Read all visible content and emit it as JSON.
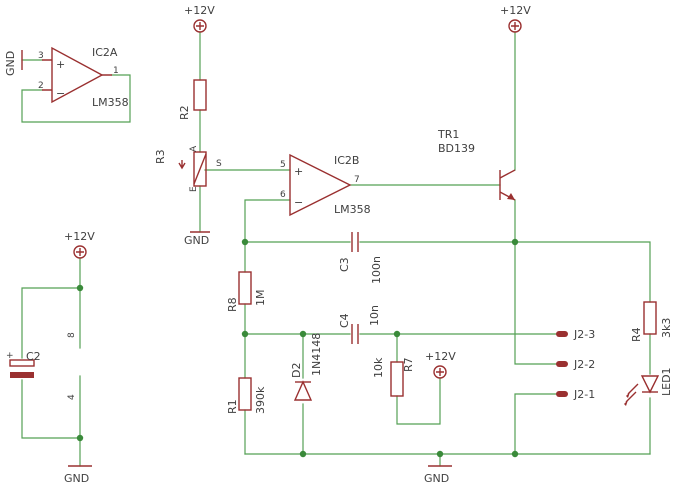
{
  "labels": {
    "gnd": "GND",
    "vcc": "+12V",
    "ic2a": "IC2A",
    "ic2b": "IC2B",
    "lm358": "LM358",
    "r1": "R1",
    "r1_val": "390k",
    "r2": "R2",
    "r3": "R3",
    "r4": "R4",
    "r4_val": "3k3",
    "r7": "R7",
    "r7_val": "10k",
    "r8": "R8",
    "r8_val": "1M",
    "c2": "C2",
    "c3": "C3",
    "c3_val": "100n",
    "c4": "C4",
    "c4_val": "10n",
    "d2": "D2",
    "d2_val": "1N4148",
    "led1": "LED1",
    "tr1": "TR1",
    "tr1_val": "BD139",
    "j2_1": "J2-1",
    "j2_2": "J2-2",
    "j2_3": "J2-3",
    "pot_a": "A",
    "pot_e": "E",
    "pot_s": "S",
    "pin1": "1",
    "pin2": "2",
    "pin3": "3",
    "pin4": "4",
    "pin5": "5",
    "pin6": "6",
    "pin7": "7",
    "pin8": "8",
    "plus": "+",
    "minus": "−"
  }
}
